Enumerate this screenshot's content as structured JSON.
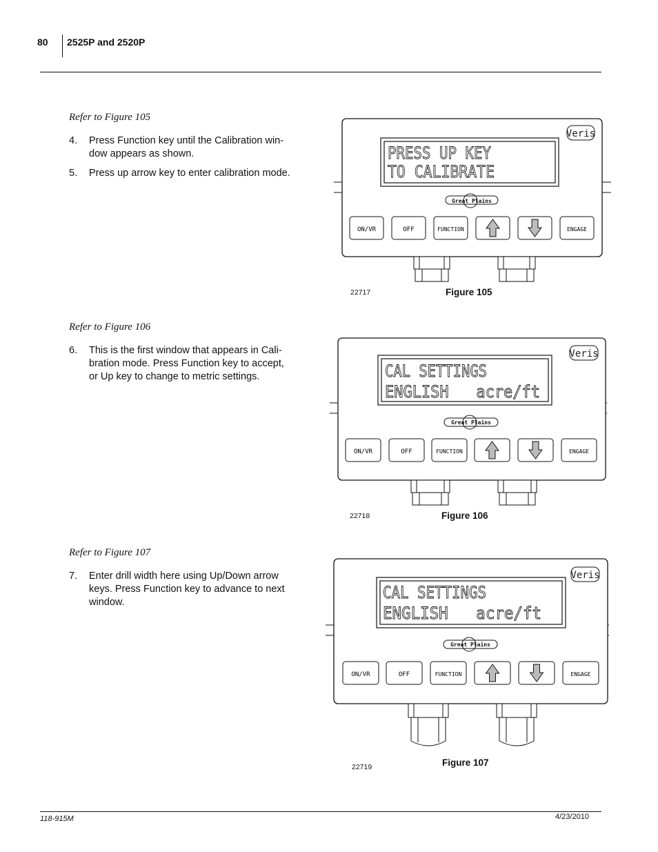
{
  "header": {
    "page_number": "80",
    "title": "2525P and 2520P"
  },
  "footer": {
    "doc_number": "118-915M",
    "date": "4/23/2010"
  },
  "sections": [
    {
      "refer": "Refer to Figure 105",
      "steps": [
        {
          "num": "4.",
          "lines": [
            "Press Function key until the Calibration win-",
            "dow appears as shown."
          ]
        },
        {
          "num": "5.",
          "lines": [
            "Press up arrow key to enter calibration mode."
          ]
        }
      ],
      "figure": {
        "code": "22717",
        "caption": "Figure 105",
        "display_lines": [
          "PRESS UP KEY",
          "TO CALIBRATE"
        ],
        "brand_badge": "Veris",
        "logo_text": "Great Plains",
        "buttons": [
          "ON/VR",
          "OFF",
          "FUNCTION",
          "up-arrow-icon",
          "down-arrow-icon",
          "ENGAGE"
        ]
      }
    },
    {
      "refer": "Refer to Figure 106",
      "steps": [
        {
          "num": "6.",
          "lines": [
            "This is the first window that appears in Cali-",
            "bration mode. Press Function key to accept,",
            "or Up key to change to metric settings."
          ]
        }
      ],
      "figure": {
        "code": "22718",
        "caption": "Figure 106",
        "display_lines": [
          "CAL SETTINGS",
          "ENGLISH   acre/ft"
        ],
        "brand_badge": "Veris",
        "logo_text": "Great Plains",
        "buttons": [
          "ON/VR",
          "OFF",
          "FUNCTION",
          "up-arrow-icon",
          "down-arrow-icon",
          "ENGAGE"
        ]
      }
    },
    {
      "refer": "Refer to Figure 107",
      "steps": [
        {
          "num": "7.",
          "lines": [
            "Enter drill width here using Up/Down arrow",
            "keys. Press Function key to advance to next",
            "window."
          ]
        }
      ],
      "figure": {
        "code": "22719",
        "caption": "Figure 107",
        "display_lines": [
          "CAL SETTINGS",
          "ENGLISH   acre/ft"
        ],
        "brand_badge": "Veris",
        "logo_text": "Great Plains",
        "buttons": [
          "ON/VR",
          "OFF",
          "FUNCTION",
          "up-arrow-icon",
          "down-arrow-icon",
          "ENGAGE"
        ]
      }
    }
  ]
}
